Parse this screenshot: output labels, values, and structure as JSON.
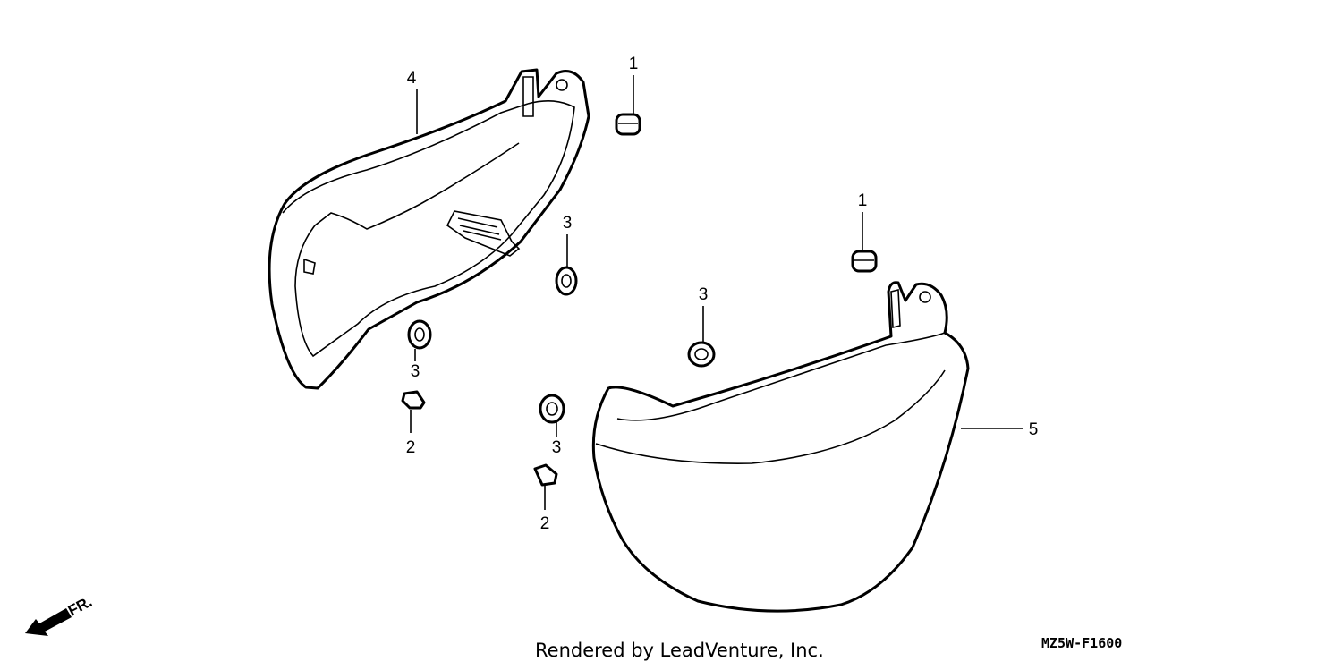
{
  "callouts": {
    "a": "4",
    "b": "1",
    "c": "3",
    "d": "3",
    "e": "2",
    "f": "1",
    "g": "3",
    "h": "3",
    "i": "2",
    "j": "5"
  },
  "direction_label": "FR.",
  "footer": "Rendered by LeadVenture, Inc.",
  "diagram_code": "MZ5W-F1600"
}
